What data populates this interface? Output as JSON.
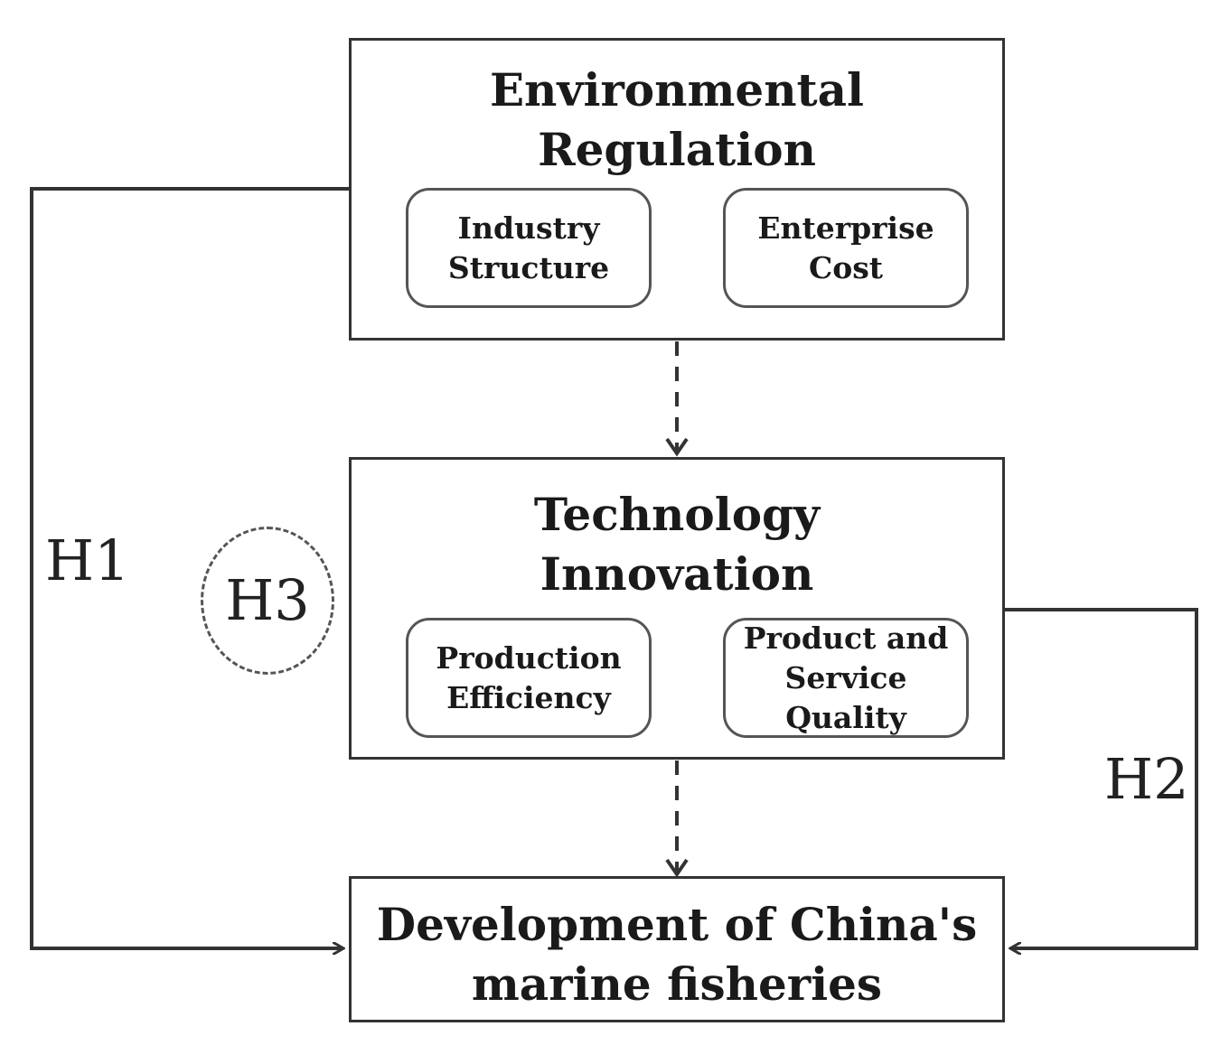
{
  "nodes": {
    "env_regulation": {
      "title": "Environmental\nRegulation",
      "sub_left": "Industry\nStructure",
      "sub_right": "Enterprise\nCost"
    },
    "tech_innovation": {
      "title": "Technology\nInnovation",
      "sub_left": "Production\nEfficiency",
      "sub_right": "Product and\nService Quality"
    },
    "development": {
      "title": "Development of China's\nmarine fisheries"
    }
  },
  "hypotheses": {
    "h1": "H1",
    "h2": "H2",
    "h3": "H3"
  },
  "colors": {
    "line": "#333333",
    "text": "#1a1a1a"
  }
}
